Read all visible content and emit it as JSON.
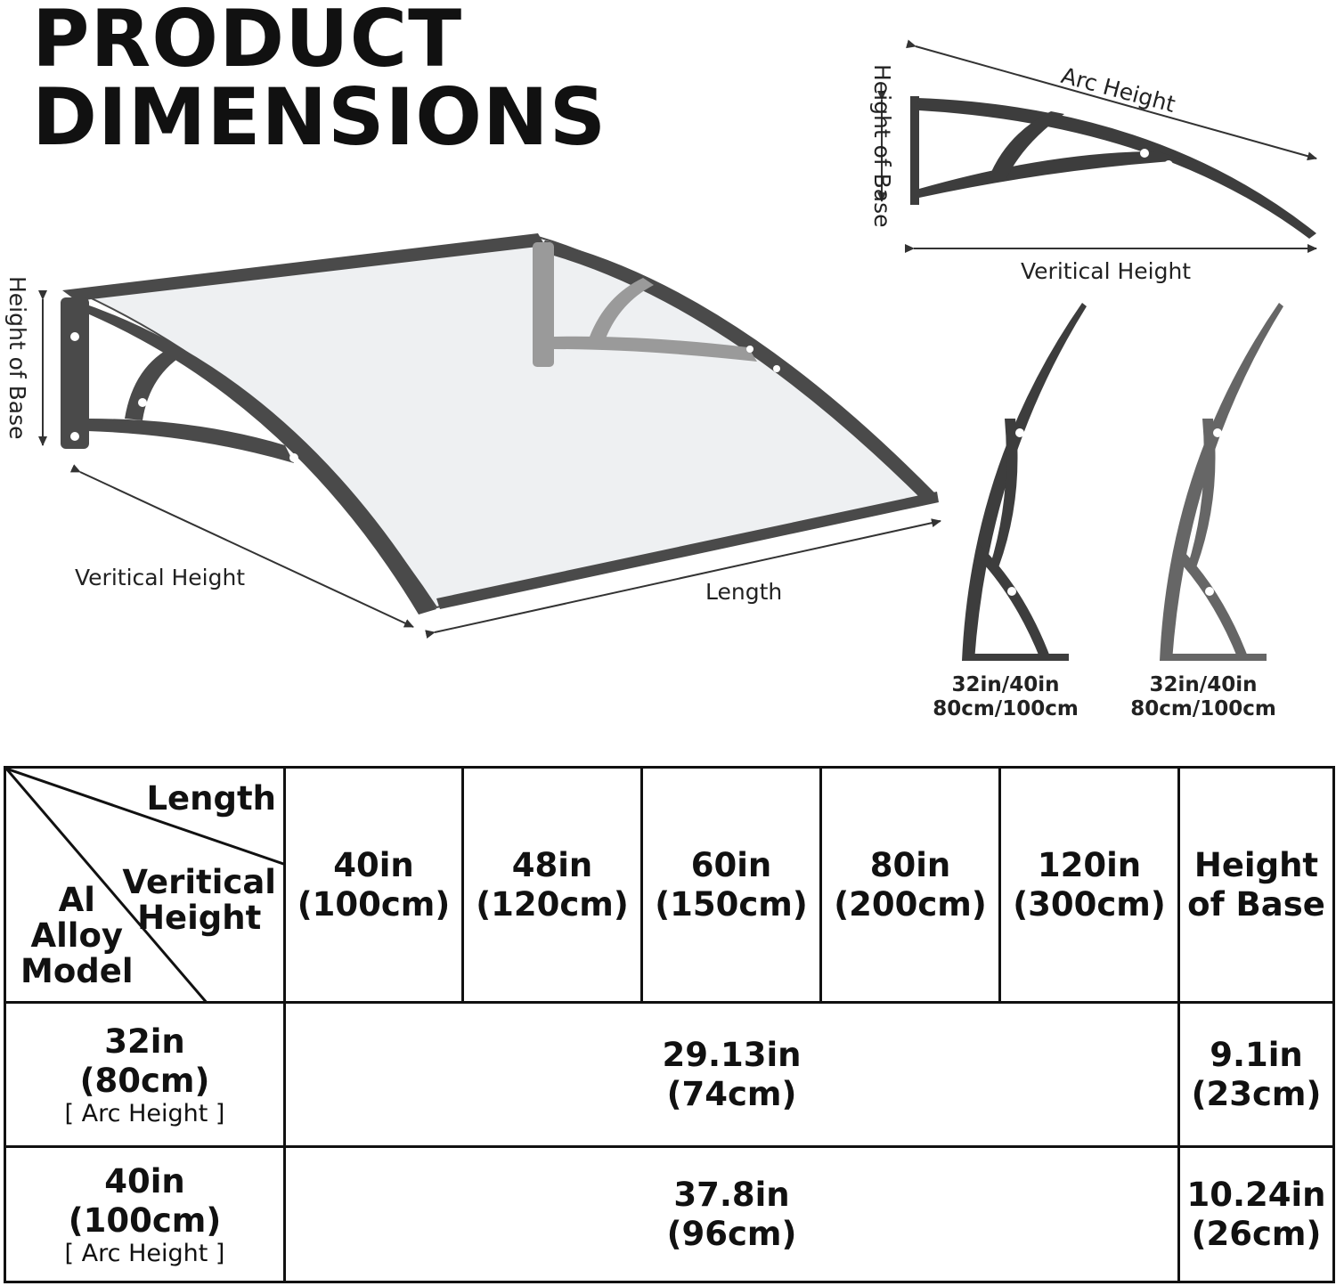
{
  "header": {
    "line1": "PRODUCT",
    "line2": "DIMENSIONS"
  },
  "diagram_labels": {
    "arc_height": "Arc Height",
    "height_of_base_top": "Height of Base",
    "veritical_height_top": "Veritical Height",
    "height_of_base_left": "Height of Base",
    "veritical_height_left": "Veritical Height",
    "length": "Length",
    "bracket1_line1": "32in/40in",
    "bracket1_line2": "80cm/100cm",
    "bracket2_line1": "32in/40in",
    "bracket2_line2": "80cm/100cm"
  },
  "colors": {
    "frame": "#4a4a4a",
    "panel": "#eef0f2",
    "bracket": "#3d3d3d",
    "bracket_light": "#666666"
  },
  "table": {
    "corner": {
      "length": "Length",
      "vertical_1": "Veritical",
      "vertical_2": "Height",
      "model_1": "Al",
      "model_2": "Alloy",
      "model_3": "Model"
    },
    "columns": [
      {
        "l1": "40in",
        "l2": "(100cm)"
      },
      {
        "l1": "48in",
        "l2": "(120cm)"
      },
      {
        "l1": "60in",
        "l2": "(150cm)"
      },
      {
        "l1": "80in",
        "l2": "(200cm)"
      },
      {
        "l1": "120in",
        "l2": "(300cm)"
      },
      {
        "l1": "Height",
        "l2": "of Base"
      }
    ],
    "rows": [
      {
        "model_l1": "32in",
        "model_l2": "(80cm)",
        "note": "[ Arc Height ]",
        "vh_l1": "29.13in",
        "vh_l2": "(74cm)",
        "base_l1": "9.1in",
        "base_l2": "(23cm)"
      },
      {
        "model_l1": "40in",
        "model_l2": "(100cm)",
        "note": "[ Arc Height ]",
        "vh_l1": "37.8in",
        "vh_l2": "(96cm)",
        "base_l1": "10.24in",
        "base_l2": "(26cm)"
      }
    ]
  }
}
